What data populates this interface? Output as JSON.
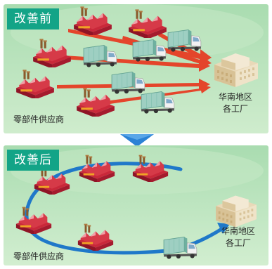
{
  "before": {
    "title": "改善前",
    "suppliers_label": "零部件供应商",
    "factory_label_line1": "华南地区",
    "factory_label_line2": "各工厂"
  },
  "after": {
    "title": "改善后",
    "suppliers_label": "零部件供应商",
    "factory_label_line1": "华南地区",
    "factory_label_line2": "各工厂"
  },
  "colors": {
    "tab": "#13a487",
    "panel_bg": "#9fd8a6",
    "arrow_before": "#e8381f",
    "arrow_after": "#1f78c9",
    "chevron": "#2b82d5"
  }
}
